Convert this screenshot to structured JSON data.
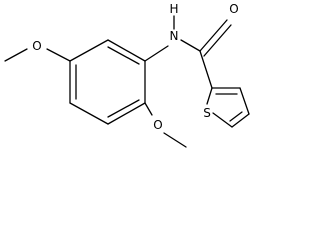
{
  "molecule": {
    "atoms": {
      "amide_n": "N",
      "amide_h": "H",
      "carbonyl_o": "O",
      "thiophene_s": "S",
      "methoxy_top_o": "O",
      "methoxy_bottom_o": "O"
    }
  }
}
